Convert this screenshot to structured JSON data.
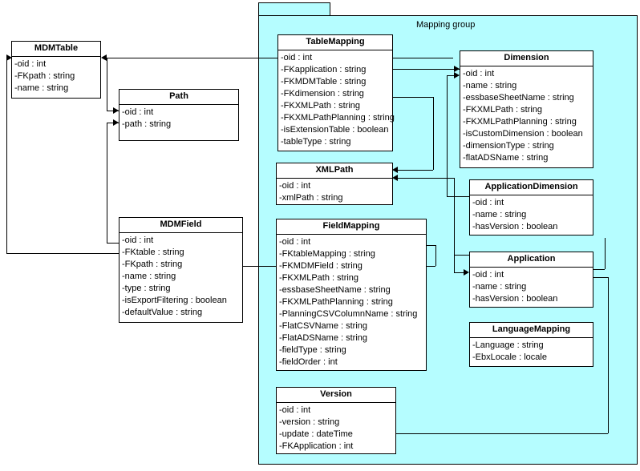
{
  "diagram": {
    "type": "uml-class-diagram",
    "package": {
      "label": "Mapping group",
      "fill_color": "#b5fdff",
      "border_color": "#000000"
    },
    "classes": [
      {
        "id": "mdmtable",
        "name": "MDMTable",
        "attributes": [
          "-oid : int",
          "-FKpath : string",
          "-name : string"
        ]
      },
      {
        "id": "path",
        "name": "Path",
        "attributes": [
          "-oid : int",
          "-path : string"
        ]
      },
      {
        "id": "mdmfield",
        "name": "MDMField",
        "attributes": [
          "-oid : int",
          "-FKtable : string",
          "-FKpath : string",
          "-name : string",
          "-type : string",
          "-isExportFiltering : boolean",
          "-defaultValue : string"
        ]
      },
      {
        "id": "tablemapping",
        "name": "TableMapping",
        "attributes": [
          "-oid : int",
          "-FKapplication : string",
          "-FKMDMTable : string",
          "-FKdimension : string",
          "-FKXMLPath : string",
          "-FKXMLPathPlanning : string",
          "-isExtensionTable : boolean",
          "-tableType : string"
        ]
      },
      {
        "id": "xmlpath",
        "name": "XMLPath",
        "attributes": [
          "-oid : int",
          "-xmlPath : string"
        ]
      },
      {
        "id": "fieldmapping",
        "name": "FieldMapping",
        "attributes": [
          "-oid : int",
          "-FKtableMapping : string",
          "-FKMDMField : string",
          "-FKXMLPath : string",
          "-essbaseSheetName : string",
          "-FKXMLPathPlanning : string",
          "-PlanningCSVColumnName : string",
          "-FlatCSVName : string",
          "-FlatADSName : string",
          "-fieldType : string",
          "-fieldOrder : int"
        ]
      },
      {
        "id": "version",
        "name": "Version",
        "attributes": [
          "-oid : int",
          "-version : string",
          "-update : dateTime",
          "-FKApplication : int"
        ]
      },
      {
        "id": "dimension",
        "name": "Dimension",
        "attributes": [
          "-oid : int",
          "-name : string",
          "-essbaseSheetName : string",
          "-FKXMLPath : string",
          "-FKXMLPathPlanning : string",
          "-isCustomDimension : boolean",
          "-dimensionType : string",
          "-flatADSName : string"
        ]
      },
      {
        "id": "applicationdimension",
        "name": "ApplicationDimension",
        "attributes": [
          "-oid : int",
          "-name : string",
          "-hasVersion : boolean"
        ]
      },
      {
        "id": "application",
        "name": "Application",
        "attributes": [
          "-oid : int",
          "-name : string",
          "-hasVersion : boolean"
        ]
      },
      {
        "id": "languagemapping",
        "name": "LanguageMapping",
        "attributes": [
          "-Language : string",
          "-EbxLocale : locale"
        ]
      }
    ]
  }
}
